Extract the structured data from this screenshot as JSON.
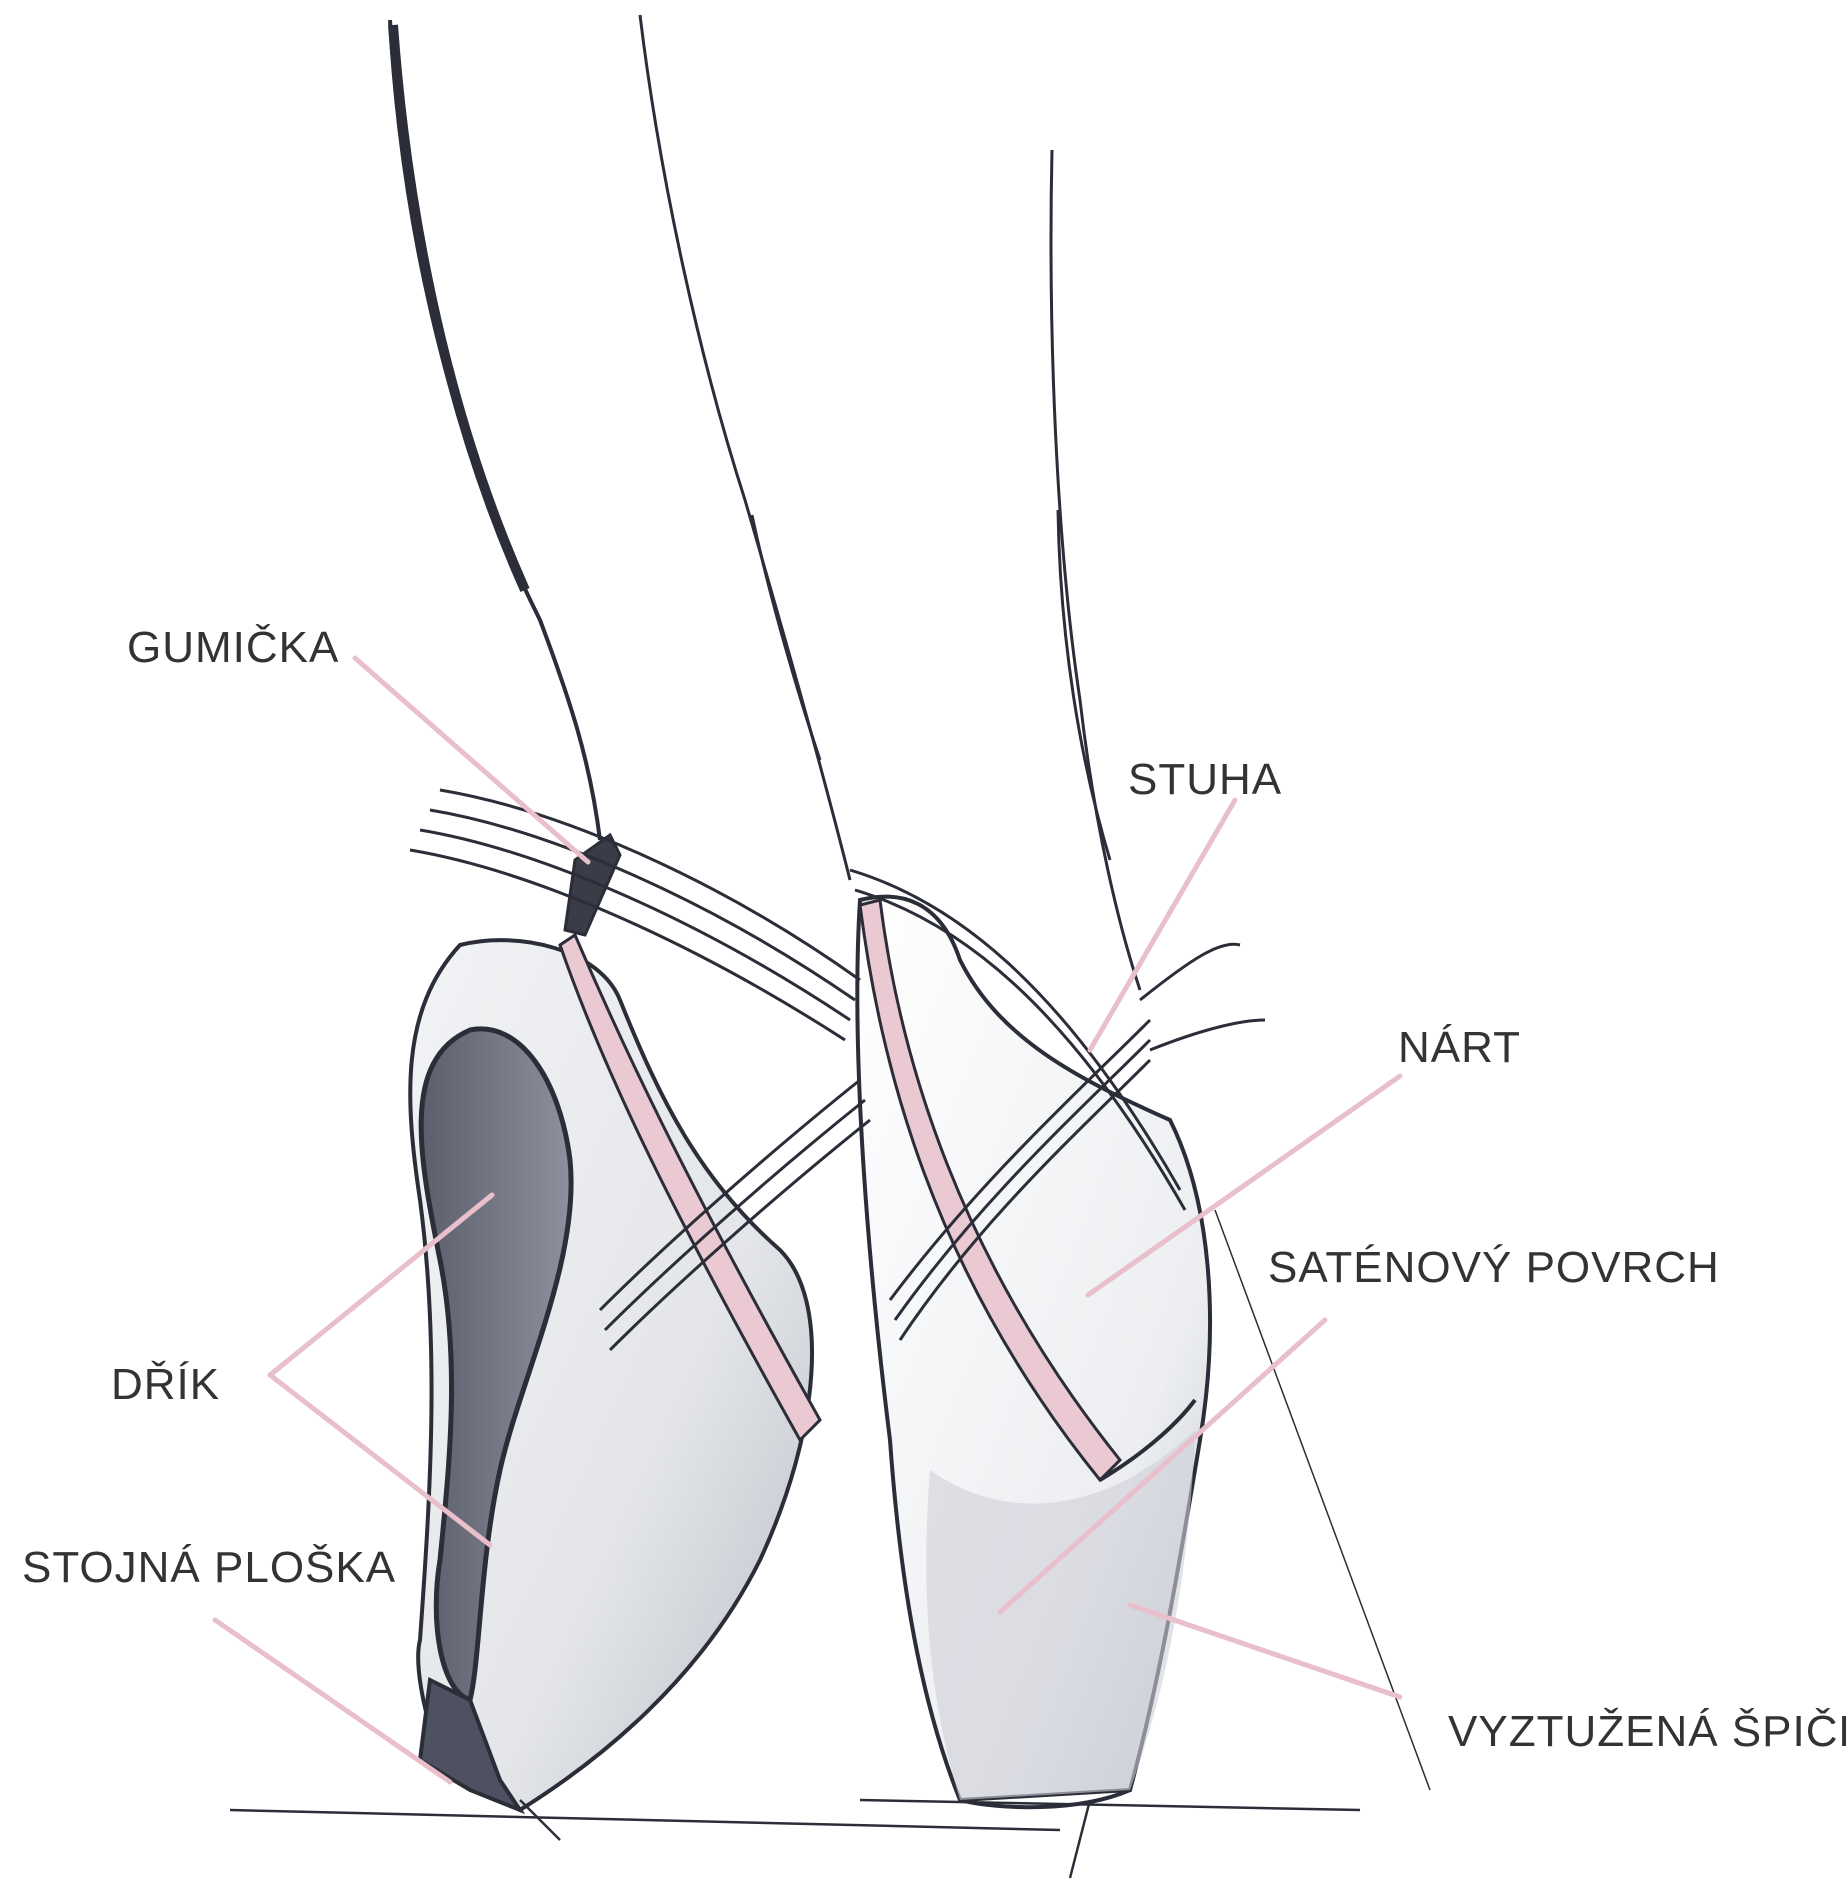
{
  "labels": {
    "gumicka": "GUMIČKA",
    "stuha": "STUHA",
    "nart": "NÁRT",
    "satenovy_povrch": "SATÉNOVÝ POVRCH",
    "drik": "DŘÍK",
    "stojna_ploska": "STOJNÁ PLOŠKA",
    "vyztuzena_spicka": "VYZTUŽENÁ ŠPIČKA"
  },
  "colors": {
    "leader": "#e8bfcb",
    "ink": "#2b2d38",
    "shade_dark": "#6c6f7c",
    "shade_mid": "#a8abb6",
    "shade_light": "#d9dbe0",
    "ribbon_pink": "#eac9d2"
  }
}
